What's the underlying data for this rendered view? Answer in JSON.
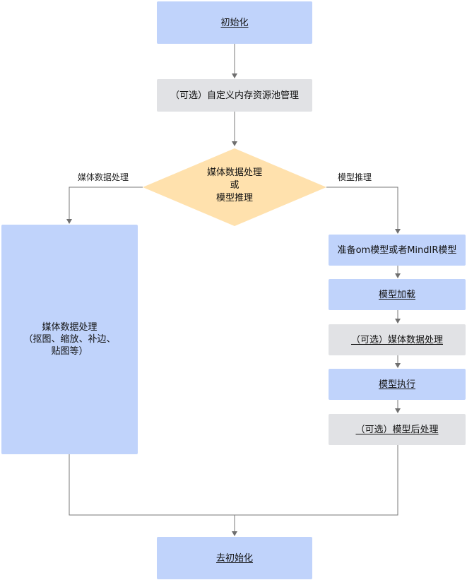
{
  "nodes": {
    "init": "初始化",
    "custom_memory": "（可选）自定义内存资源池管理",
    "decision": [
      "媒体数据处理",
      "或",
      "模型推理"
    ],
    "media_process": [
      "媒体数据处理",
      "（抠图、缩放、补边、",
      "贴图等）"
    ],
    "prepare_model": "准备om模型或者MindIR模型",
    "model_load": "模型加载",
    "optional_media": "（可选）媒体数据处理",
    "model_execute": "模型执行",
    "optional_post": "（可选）模型后处理",
    "deinit": "去初始化"
  },
  "edge_labels": {
    "left": "媒体数据处理",
    "right": "模型推理"
  },
  "colors": {
    "blue_node": "#c0d3fb",
    "gray_node": "#e1e2e5",
    "decision_node": "#ffe1ad",
    "connector": "#7a7a7a"
  }
}
